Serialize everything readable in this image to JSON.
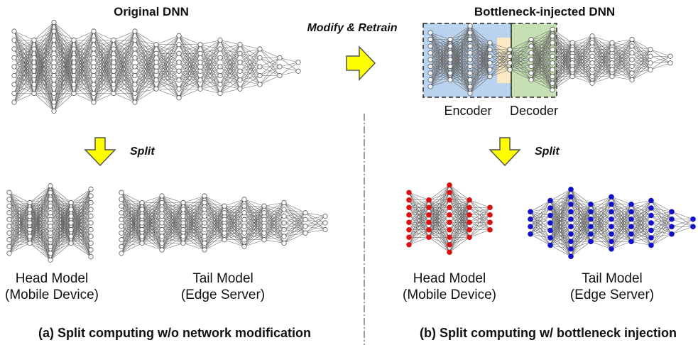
{
  "left_panel": {
    "title": "Original DNN",
    "split_label": "Split",
    "head_model": {
      "line1": "Head Model",
      "line2": "(Mobile Device)"
    },
    "tail_model": {
      "line1": "Tail Model",
      "line2": "(Edge Server)"
    },
    "caption": "(a) Split computing w/o network modification"
  },
  "transition": {
    "label": "Modify & Retrain"
  },
  "right_panel": {
    "title": "Bottleneck-injected DNN",
    "encoder_label": "Encoder",
    "decoder_label": "Decoder",
    "split_label": "Split",
    "head_model": {
      "line1": "Head Model",
      "line2": "(Mobile Device)"
    },
    "tail_model": {
      "line1": "Tail Model",
      "line2": "(Edge Server)"
    },
    "caption": "(b) Split computing w/ bottleneck injection"
  },
  "colors": {
    "arrow_fill": "#ffff00",
    "arrow_stroke": "#555555",
    "encoder_bg": "#b9d3ee",
    "bottleneck_bg": "#fde9c4",
    "decoder_bg": "#c6e0b4",
    "head_node": "#dd1111",
    "tail_node": "#1111cc",
    "edge": "#666666"
  }
}
